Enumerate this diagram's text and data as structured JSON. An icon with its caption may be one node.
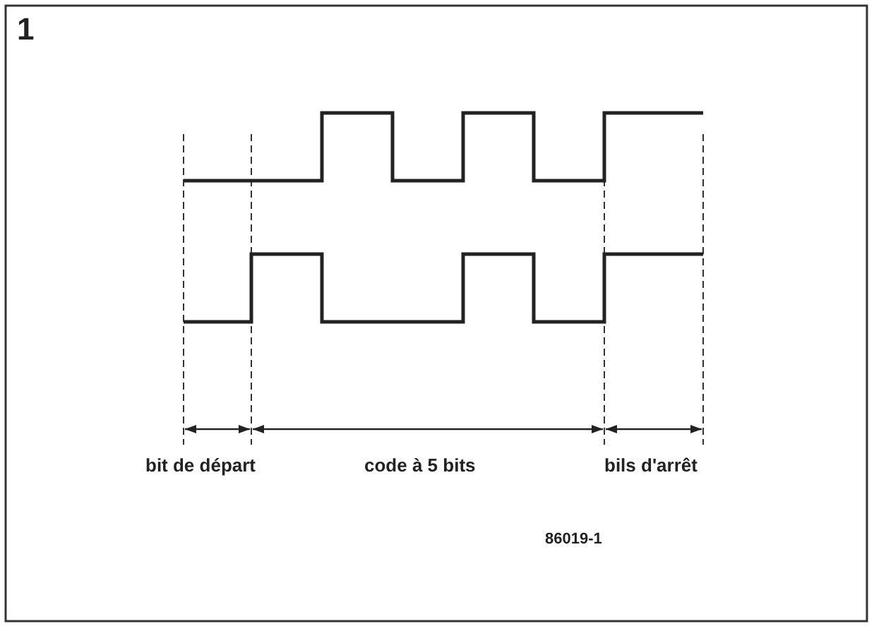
{
  "diagram": {
    "labels": [
      "1",
      "bit de départ",
      "code à 5 bits",
      "bils d'arrêt",
      "86019-1"
    ]
  }
}
